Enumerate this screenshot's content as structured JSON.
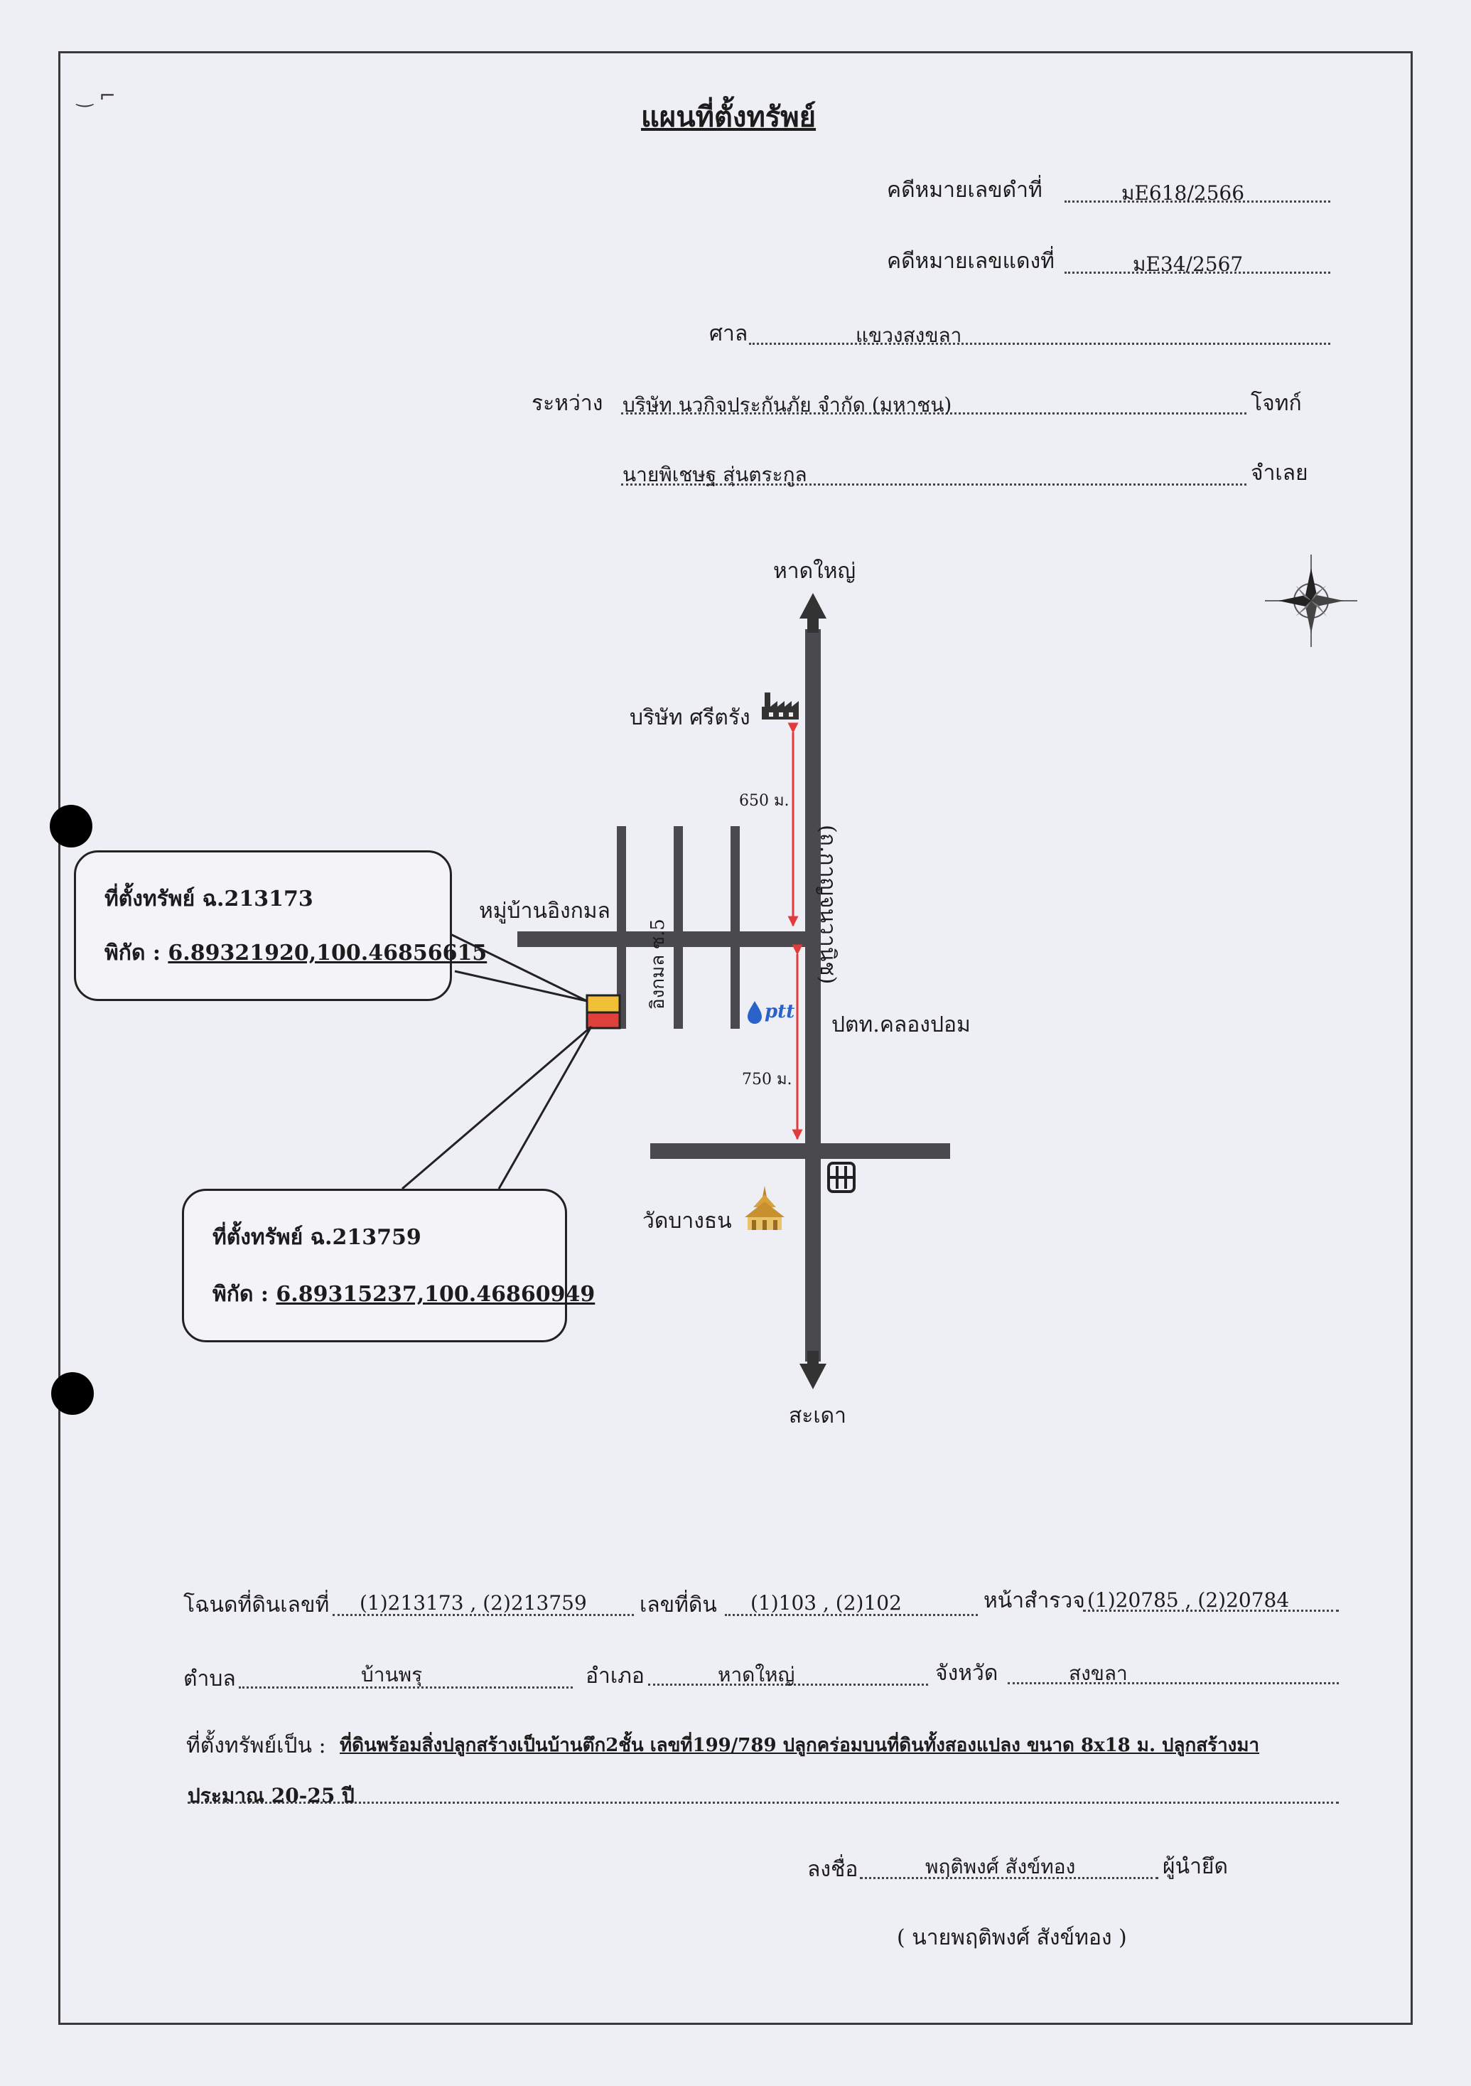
{
  "header": {
    "title": "แผนที่ตั้งทรัพย์",
    "black_case_label": "คดีหมายเลขดำที่",
    "black_case_value": "มE618/2566",
    "red_case_label": "คดีหมายเลขแดงที่",
    "red_case_value": "มE34/2567",
    "court_label": "ศาล",
    "court_value": "แขวงสงขลา",
    "between_label": "ระหว่าง",
    "plaintiff_value": "บริษัท นวกิจประกันภัย จำกัด (มหาชน)",
    "plaintiff_role": "โจทก์",
    "defendant_value": "นายพิเชษฐ สุ่นตระกูล",
    "defendant_role": "จำเลย"
  },
  "map": {
    "north_label": "หาดใหญ่",
    "south_label": "สะเดา",
    "factory_label": "บริษัท ศรีตรัง",
    "village_label": "หมู่บ้านอิงกมล",
    "soi_label": "อิงกมล ซ.5",
    "road_label": "(ถ.กาญจนวานิช)",
    "ptt_logo": "ptt",
    "ptt_label": "ปตท.คลองปอม",
    "temple_label": "วัดบางธน",
    "distance_north": "650 ม.",
    "distance_south": "750 ม.",
    "colors": {
      "road": "#4a4a4e",
      "arrow": "#e23b3b",
      "parcel_top": "#f2c037",
      "parcel_bottom": "#e0403a"
    },
    "icons": [
      "compass-rose-icon",
      "factory-icon",
      "ptt-drop-icon",
      "traffic-light-icon",
      "temple-icon"
    ]
  },
  "callouts": [
    {
      "title": "ที่ตั้งทรัพย์ ฉ.213173",
      "coord_label": "พิกัด :",
      "coord_value": "6.89321920,100.46856615"
    },
    {
      "title": "ที่ตั้งทรัพย์ ฉ.213759",
      "coord_label": "พิกัด :",
      "coord_value": "6.89315237,100.46860949"
    }
  ],
  "details": {
    "deed_label": "โฉนดที่ดินเลขที่",
    "deed_value": "(1)213173 , (2)213759",
    "land_no_label": "เลขที่ดิน",
    "land_no_value": "(1)103 , (2)102",
    "survey_label": "หน้าสำรวจ",
    "survey_value": "(1)20785 , (2)20784",
    "subdistrict_label": "ตำบล",
    "subdistrict_value": "บ้านพรุ",
    "district_label": "อำเภอ",
    "district_value": "หาดใหญ่",
    "province_label": "จังหวัด",
    "province_value": "สงขลา",
    "property_label": "ที่ตั้งทรัพย์เป็น :",
    "property_line1": "ที่ดินพร้อมสิ่งปลูกสร้างเป็นบ้านตึก2ชั้น เลขที่199/789 ปลูกคร่อมบนที่ดินทั้งสองแปลง ขนาด 8x18 ม. ปลูกสร้างมา",
    "property_line2": "ประมาณ 20-25 ปี"
  },
  "signature": {
    "label": "ลงชื่อ",
    "signer": "พฤติพงศ์ สังข์ทอง",
    "role": "ผู้นำยึด",
    "printed_name": "( นายพฤติพงศ์ สังข์ทอง )"
  }
}
